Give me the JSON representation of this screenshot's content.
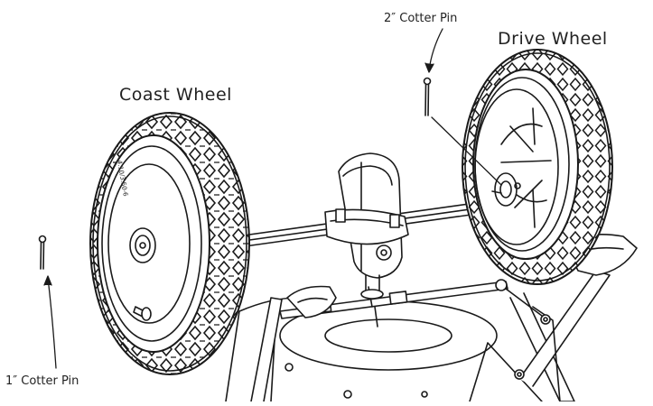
{
  "labels": {
    "drive_wheel": "Drive Wheel",
    "coast_wheel": "Coast Wheel",
    "cotter_pin_2in": "2″ Cotter Pin",
    "cotter_pin_1in": "1″ Cotter Pin",
    "tire_marking": "4.10/3.50-6"
  },
  "colors": {
    "line": "#1a1a1a",
    "background": "#ffffff"
  }
}
